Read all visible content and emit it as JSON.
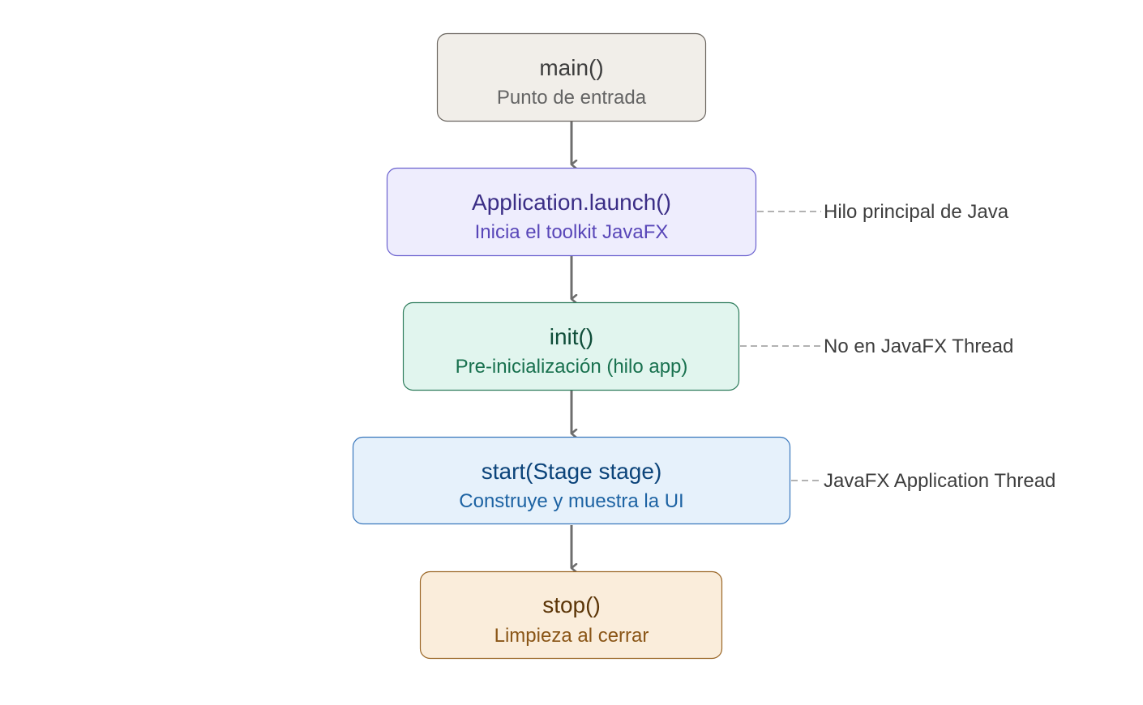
{
  "nodes": [
    {
      "id": "main",
      "title": "main()",
      "subtitle": "Punto de entrada",
      "fill": "#f1eee9",
      "stroke": "#6b6660",
      "title_color": "#3d3d3d",
      "subtitle_color": "#646464"
    },
    {
      "id": "launch",
      "title": "Application.launch()",
      "subtitle": "Inicia el toolkit JavaFX",
      "fill": "#eeedfd",
      "stroke": "#6b62cf",
      "title_color": "#3b2e86",
      "subtitle_color": "#5846b8"
    },
    {
      "id": "init",
      "title": "init()",
      "subtitle": "Pre-inicialización (hilo app)",
      "fill": "#e1f5ee",
      "stroke": "#2e7c5c",
      "title_color": "#0f4d39",
      "subtitle_color": "#19714f"
    },
    {
      "id": "start",
      "title": "start(Stage stage)",
      "subtitle": "Construye y muestra la UI",
      "fill": "#e6f1fb",
      "stroke": "#3a78bd",
      "title_color": "#0c447a",
      "subtitle_color": "#1d63a3"
    },
    {
      "id": "stop",
      "title": "stop()",
      "subtitle": "Limpieza al cerrar",
      "fill": "#faeddb",
      "stroke": "#9a6626",
      "title_color": "#5c3608",
      "subtitle_color": "#8a5617"
    }
  ],
  "annotations": [
    {
      "target": "launch",
      "text": "Hilo principal de Java"
    },
    {
      "target": "init",
      "text": "No en JavaFX Thread"
    },
    {
      "target": "start",
      "text": "JavaFX Application Thread"
    }
  ],
  "colors": {
    "arrow": "#6e6e6e",
    "annotation_line": "#999999",
    "annotation_text": "#3d3d3d"
  }
}
